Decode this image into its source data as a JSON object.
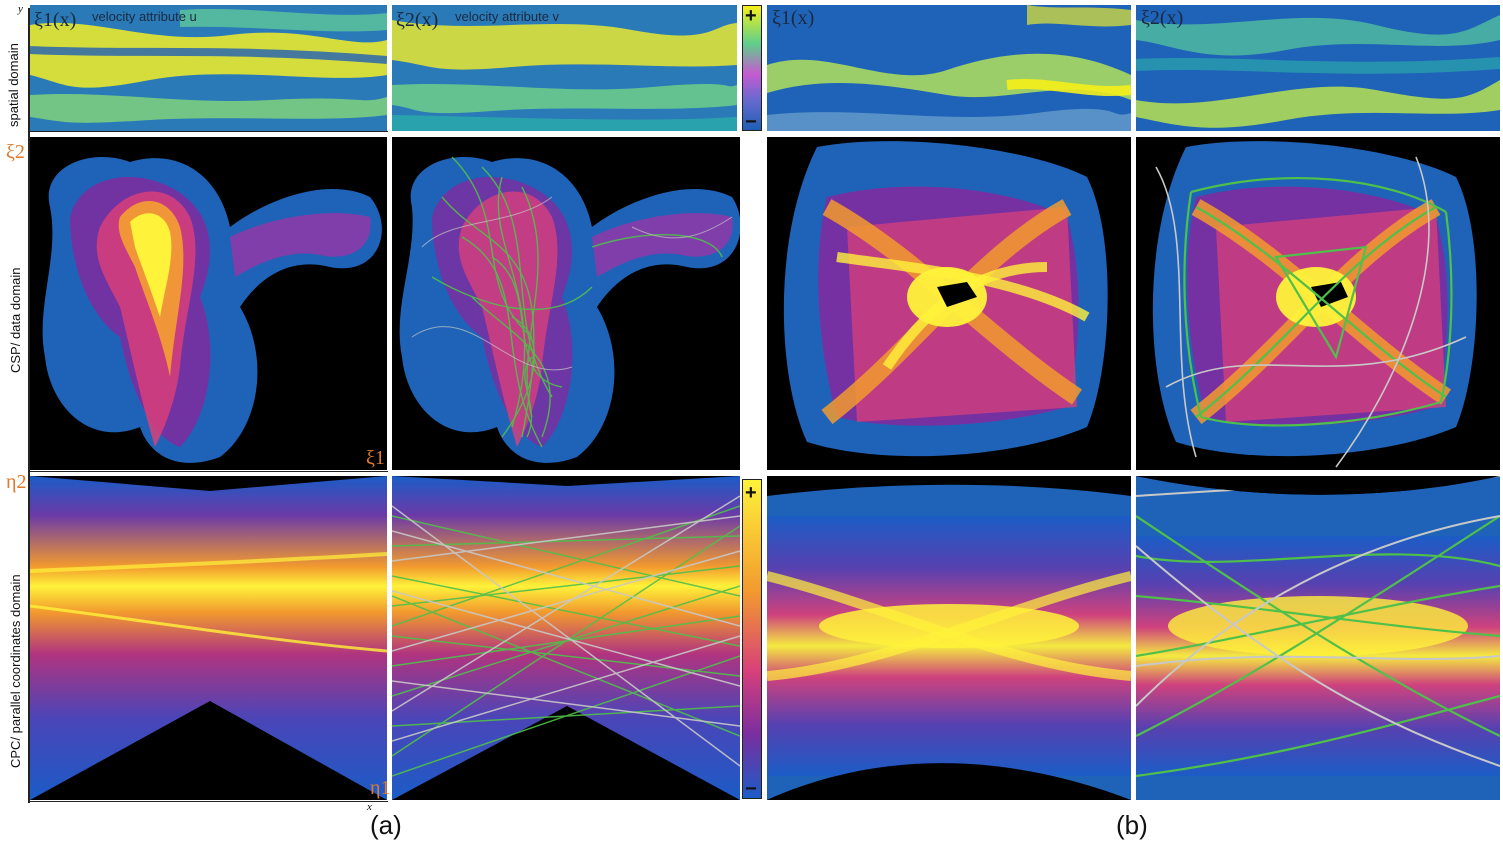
{
  "labels": {
    "xi1x": "ξ1(x)",
    "xi2x": "ξ2(x)",
    "attr_u": "velocity attribute u",
    "attr_v": "velocity attribute v",
    "row_spatial": "spatial domain",
    "row_csp": "CSP/ data domain",
    "row_cpc": "CPC/ parallel coordinates domain",
    "xi1": "ξ1",
    "xi2": "ξ2",
    "eta1": "η1",
    "eta2": "η2",
    "y": "y",
    "x": "x",
    "caption_a": "(a)",
    "caption_b": "(b)",
    "plus": "+",
    "minus": "−"
  },
  "colors": {
    "viridis": [
      "#1f5fb4",
      "#2bb3a8",
      "#7fd27a",
      "#f5f019"
    ],
    "plasma": [
      "#1b5cc6",
      "#7a2ea0",
      "#d8407a",
      "#f29a2e",
      "#fff23a"
    ],
    "curve_green": "#4fc04a",
    "curve_gray": "#c8c8c8",
    "axis_orange": "#e07a2e"
  }
}
